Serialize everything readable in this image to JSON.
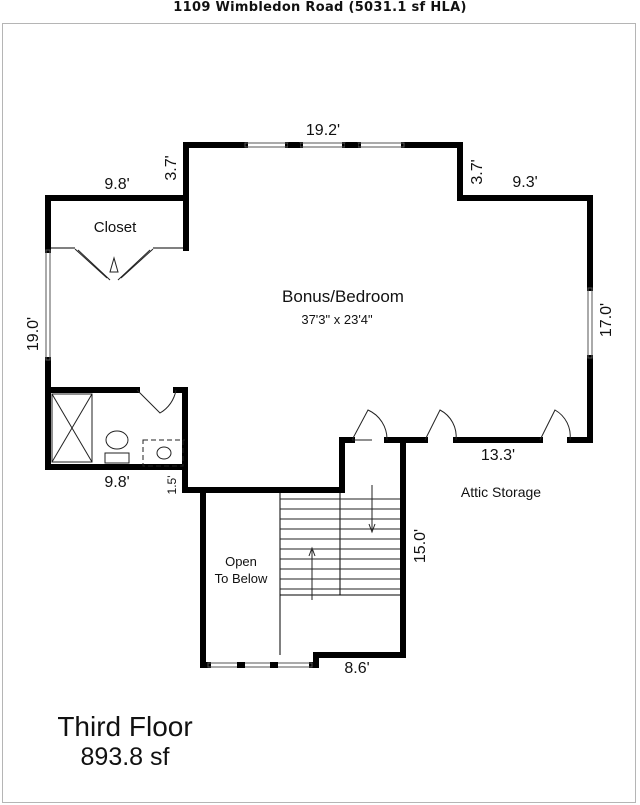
{
  "header": {
    "text": "1109 Wimbledon Road (5031.1 sf HLA)"
  },
  "plan": {
    "rooms": {
      "closet": "Closet",
      "bonus": "Bonus/Bedroom",
      "bonus_size": "37'3\" x 23'4\"",
      "attic": "Attic Storage",
      "open_line1": "Open",
      "open_line2": "To Below"
    },
    "dims": {
      "top_center": "19.2'",
      "top_left_wall": "9.8'",
      "step_left": "3.7'",
      "step_right": "3.7'",
      "top_right_wall": "9.3'",
      "left_height": "19.0'",
      "right_height": "17.0'",
      "bottom_left": "9.8'",
      "small_left": "1.5'",
      "attic_width": "13.3'",
      "stair_height": "15.0'",
      "bottom_stair": "8.6'"
    }
  },
  "footer": {
    "floor": "Third Floor",
    "area": "893.8 sf"
  }
}
